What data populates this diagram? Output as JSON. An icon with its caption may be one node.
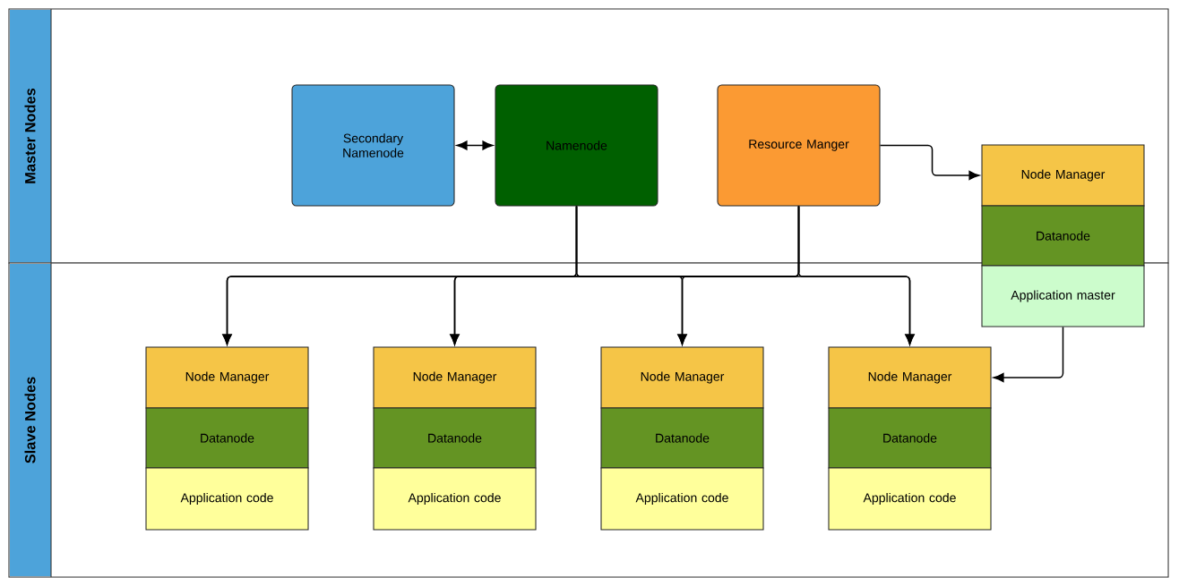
{
  "diagram": {
    "nodes": [
      {
        "text": [
          "Master Nodes"
        ]
      },
      {
        "text": [
          "Slave Nodes"
        ]
      },
      {
        "text": [
          "Secondary Namenode"
        ],
        "in": 0
      },
      {
        "text": [
          "Namenode"
        ],
        "in": 0
      },
      {
        "text": [
          "Resource Manger"
        ],
        "in": 0
      },
      {
        "text": [
          "Node Manager"
        ],
        "in": 0
      },
      {
        "text": [
          "Datanode"
        ],
        "in": 0
      },
      {
        "text": [
          "Application master"
        ],
        "in": 1
      },
      {
        "text": [
          "Node Manager"
        ],
        "in": 1
      },
      {
        "text": [
          "Datanode"
        ],
        "in": 1
      },
      {
        "text": [
          "Application code"
        ],
        "in": 1
      },
      {
        "text": [
          "Node Manager"
        ],
        "in": 1
      },
      {
        "text": [
          "Datanode"
        ],
        "in": 1
      },
      {
        "text": [
          "Application code"
        ],
        "in": 1
      },
      {
        "text": [
          "Node Manager"
        ],
        "in": 1
      },
      {
        "text": [
          "Datanode"
        ],
        "in": 1
      },
      {
        "text": [
          "Application code"
        ],
        "in": 1
      },
      {
        "text": [
          "Node Manager"
        ],
        "in": 1
      },
      {
        "text": [
          "Datanode"
        ],
        "in": 1
      },
      {
        "text": [
          "Application code"
        ],
        "in": 1
      }
    ],
    "edges": [
      {
        "from": 2,
        "to": 3,
        "arrow": "both"
      },
      {
        "from": 3,
        "to": 8,
        "arrow": "to"
      },
      {
        "from": 3,
        "to": 11,
        "arrow": "to"
      },
      {
        "from": 3,
        "to": 14,
        "arrow": "to"
      },
      {
        "from": 3,
        "to": 17,
        "arrow": "to"
      },
      {
        "from": 4,
        "to": 8,
        "arrow": "to"
      },
      {
        "from": 4,
        "to": 11,
        "arrow": "to"
      },
      {
        "from": 4,
        "to": 14,
        "arrow": "to"
      },
      {
        "from": 4,
        "to": 17,
        "arrow": "to"
      },
      {
        "from": 4,
        "to": 5,
        "arrow": "to"
      },
      {
        "from": 7,
        "to": 17,
        "arrow": "to"
      }
    ]
  }
}
